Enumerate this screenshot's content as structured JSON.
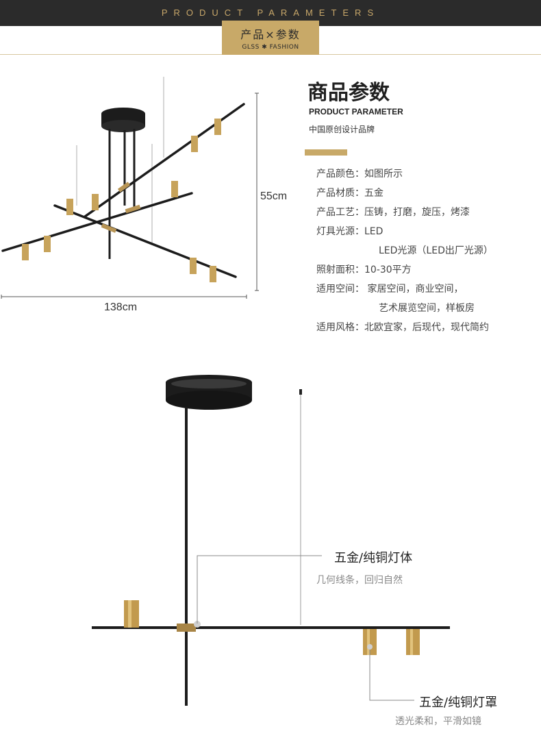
{
  "header": {
    "title_en": "PRODUCT PARAMETERS",
    "tab_cn": "产品×参数",
    "tab_en": "GLSS ✱ FASHION"
  },
  "dimensions": {
    "height": "55cm",
    "width": "138cm"
  },
  "spec": {
    "heading": "商品参数",
    "subheading": "PRODUCT PARAMETER",
    "brand_line": "中国原创设计品牌",
    "rows": [
      {
        "key": "产品颜色：",
        "value": "如图所示"
      },
      {
        "key": "产品材质：",
        "value": "五金"
      },
      {
        "key": "产品工艺：",
        "value": "压铸，打磨，旋压，烤漆"
      },
      {
        "key": "灯具光源：",
        "value": "LED"
      },
      {
        "key": "",
        "value": "LED光源（LED出厂光源）"
      },
      {
        "key": "照射面积：",
        "value": "10-30平方"
      },
      {
        "key": "适用空间：",
        "value": " 家居空间，商业空间，"
      },
      {
        "key": "",
        "value": "艺术展览空间，样板房"
      },
      {
        "key": "适用风格：",
        "value": "北欧宜家，后现代，现代简约"
      }
    ]
  },
  "callouts": {
    "body": {
      "title": "五金/纯铜灯体",
      "subtitle": "几何线条，回归自然"
    },
    "shade": {
      "title": "五金/纯铜灯罩",
      "subtitle": "透光柔和，平滑如镜"
    }
  },
  "colors": {
    "dark": "#2b2b2b",
    "gold": "#c8a968",
    "black_metal": "#1c1c1c"
  }
}
